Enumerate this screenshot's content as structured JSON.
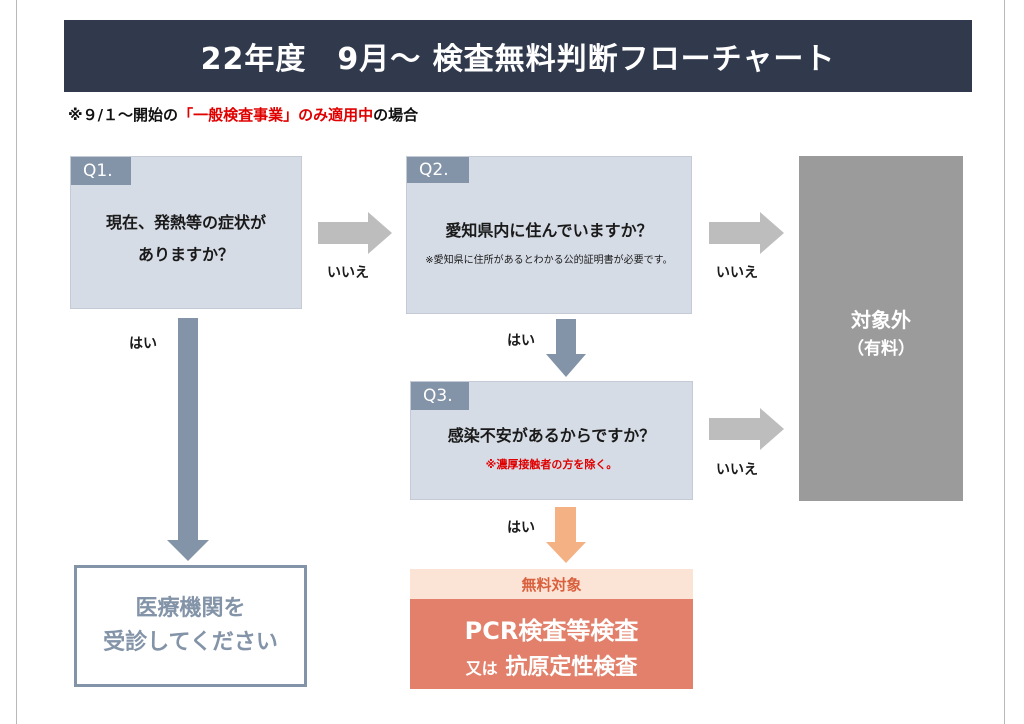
{
  "title": "22年度　9月～ 検査無料判断フローチャート",
  "note": {
    "prefix": "※９/１～開始の",
    "highlight": "「一般検査事業」のみ適用中",
    "suffix": "の場合"
  },
  "q1": {
    "tag": "Q1.",
    "line1": "現在、発熱等の症状が",
    "line2": "ありますか？"
  },
  "q2": {
    "tag": "Q2.",
    "question": "愛知県内に住んでいますか？",
    "note": "※愛知県に住所があるとわかる公的証明書が必要です。"
  },
  "q3": {
    "tag": "Q3.",
    "question": "感染不安があるからですか？",
    "note": "※濃厚接触者の方を除く。"
  },
  "labels": {
    "yes": "はい",
    "no": "いいえ"
  },
  "outside": {
    "line1": "対象外",
    "line2": "（有料）"
  },
  "clinic": {
    "line1": "医療機関を",
    "line2": "受診してください"
  },
  "free": {
    "header": "無料対象",
    "line1": "PCR検査等検査",
    "line2_small": "又は",
    "line2_main": "抗原定性検査"
  },
  "colors": {
    "title_bg": "#313a4d",
    "question_bg": "#d6dce6",
    "tag_bg": "#8393a8",
    "outside_bg": "#9b9b9b",
    "free_header_bg": "#fbe4d5",
    "free_body_bg": "#e2806b",
    "yes_arrow": "#8393a8",
    "no_arrow": "#bdbdbd",
    "free_arrow": "#f4b183",
    "highlight_red": "#e00000"
  }
}
